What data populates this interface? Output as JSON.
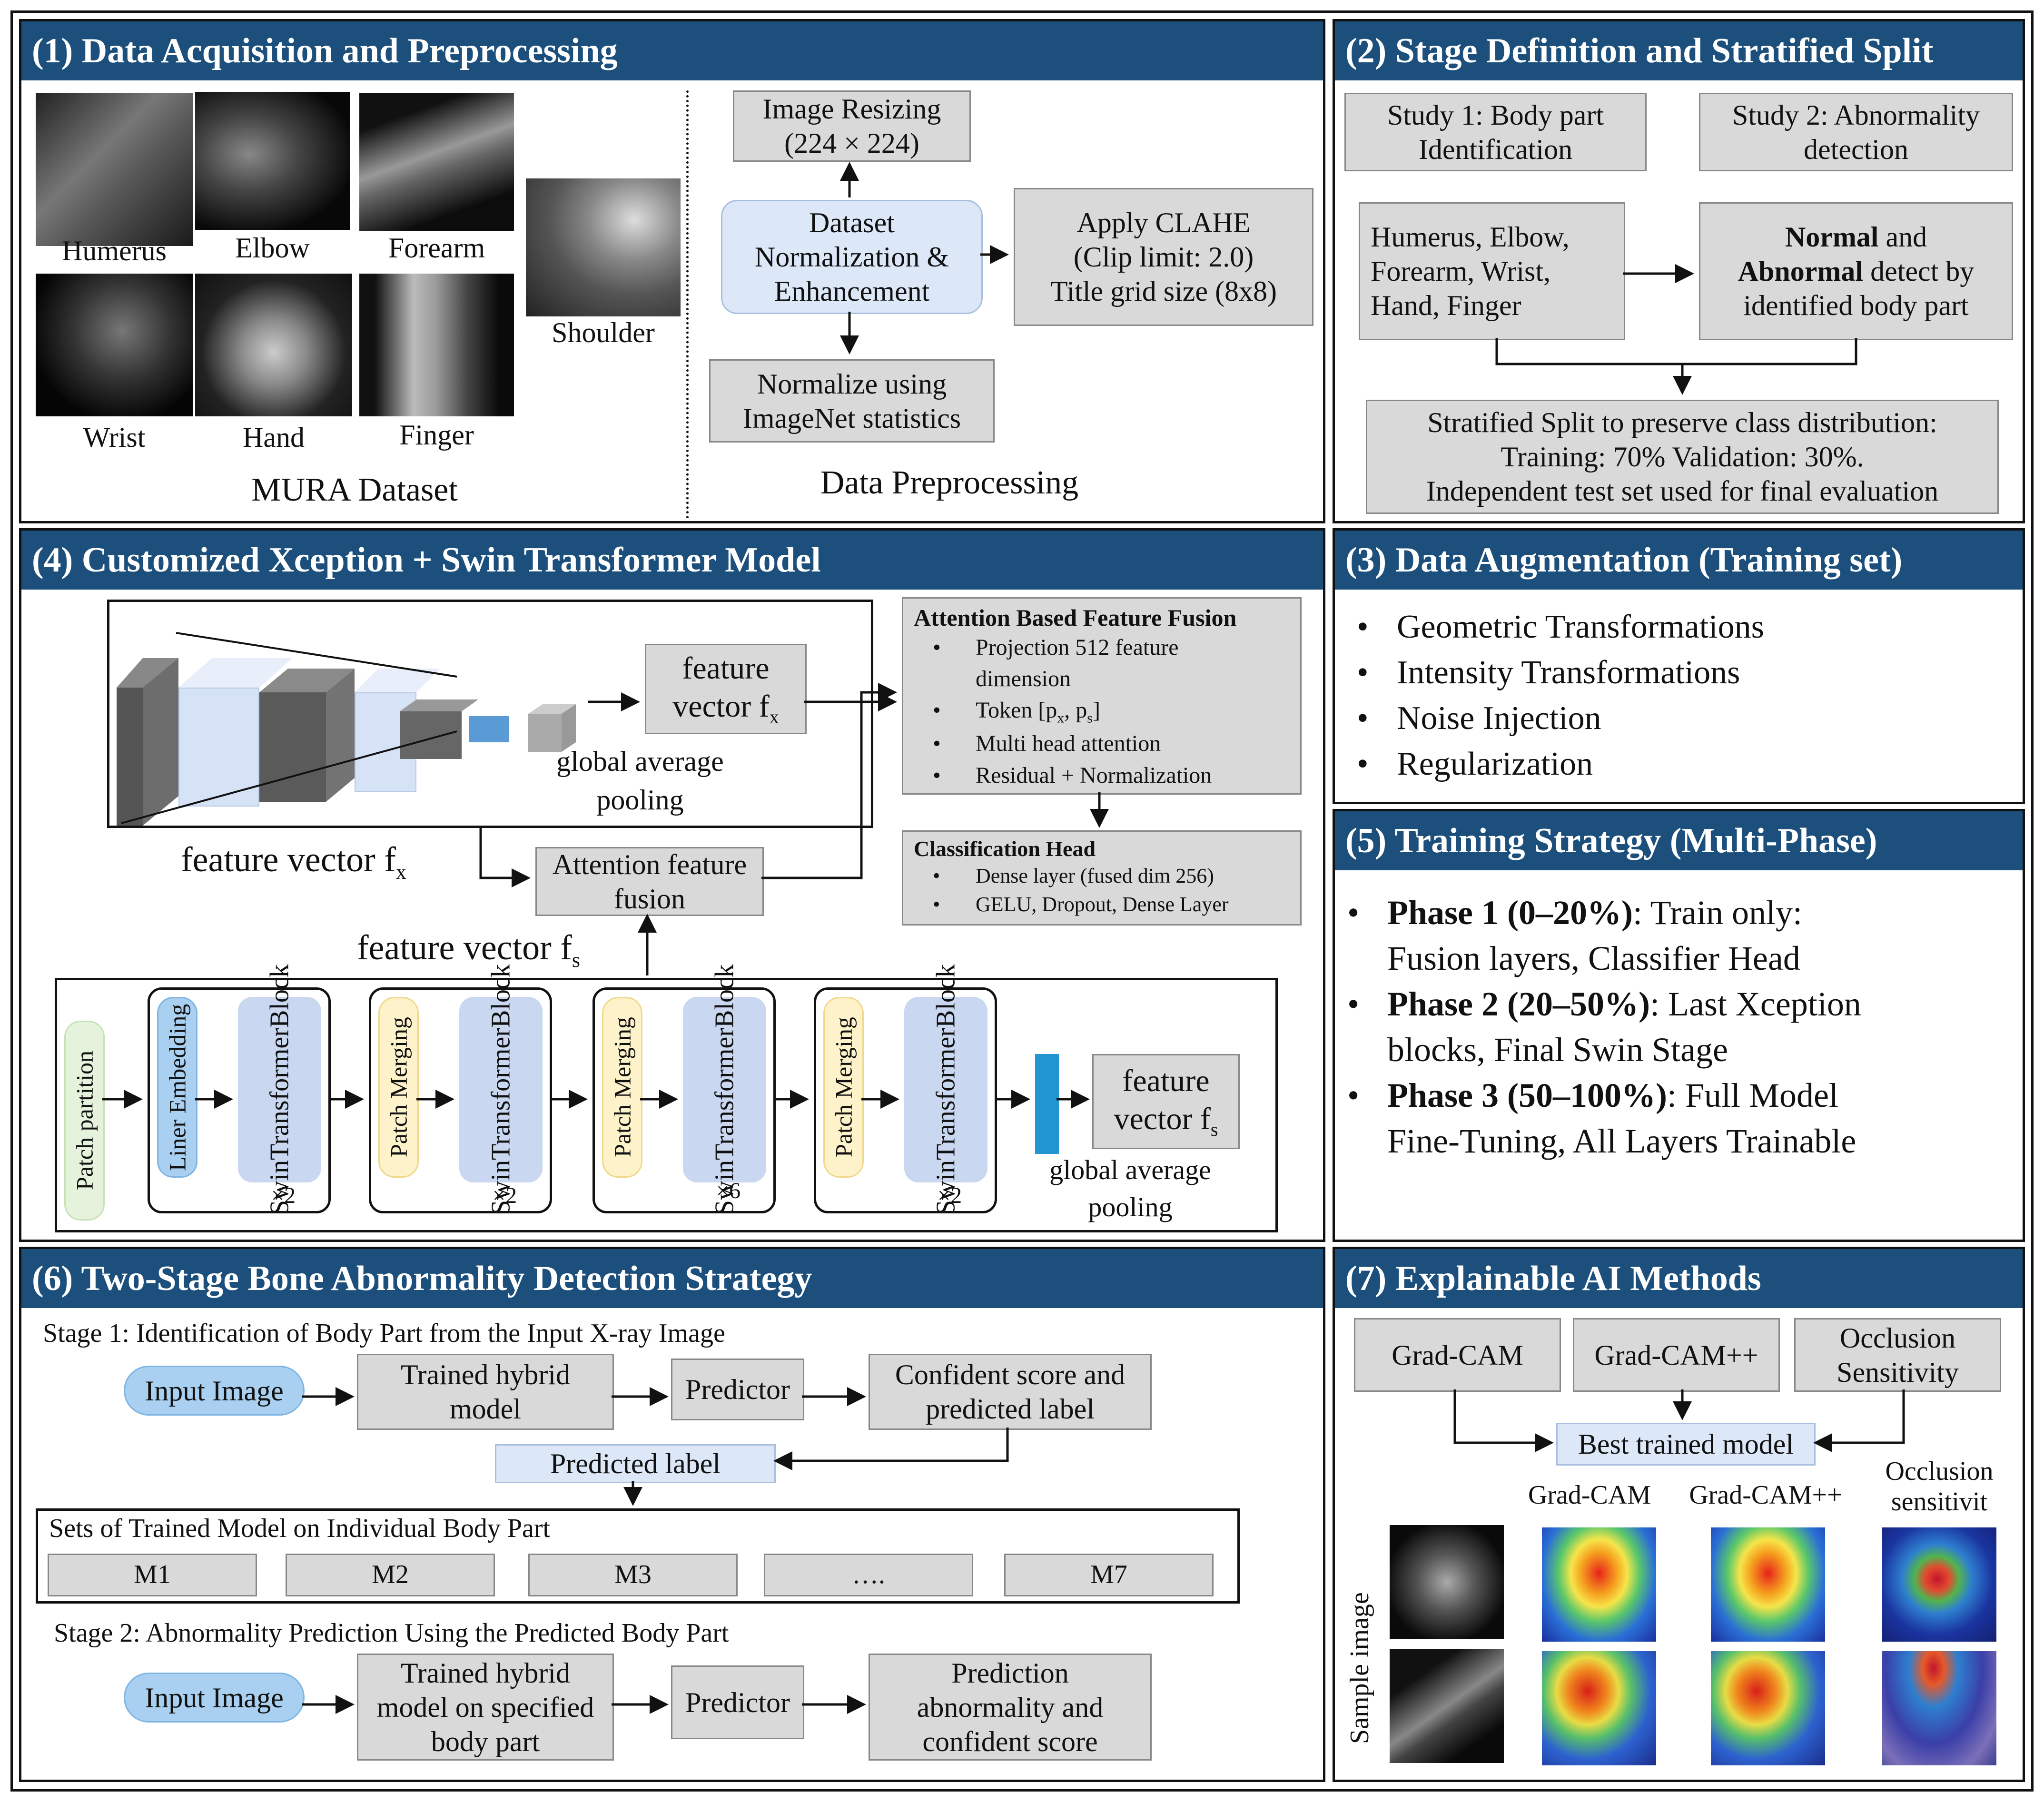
{
  "panels": {
    "p1": {
      "title": "(1) Data Acquisition and Preprocessing",
      "xrays": [
        "Humerus",
        "Elbow",
        "Forearm",
        "Wrist",
        "Hand",
        "Finger",
        "Shoulder"
      ],
      "dataset_label": "MURA Dataset",
      "resize": [
        "Image Resizing",
        "(224 × 224)"
      ],
      "norm": [
        "Dataset",
        "Normalization &",
        "Enhancement"
      ],
      "clahe": [
        "Apply CLAHE",
        "(Clip limit: 2.0)",
        "Title grid size (8x8)"
      ],
      "imagenet": [
        "Normalize using",
        "ImageNet statistics"
      ],
      "preproc_label": "Data Preprocessing"
    },
    "p2": {
      "title": "(2) Stage Definition and Stratified Split",
      "study1": [
        "Study 1: Body part",
        "Identification"
      ],
      "study2": [
        "Study 2: Abnormality",
        "detection"
      ],
      "parts": [
        "Humerus, Elbow,",
        "Forearm, Wrist,",
        "Hand, Finger"
      ],
      "normal_bold": "Normal",
      "normal_rest": " and",
      "abnormal_bold": "Abnormal",
      "abnormal_rest": " detect by",
      "identified": "identified body part",
      "split": [
        "Stratified Split to preserve class distribution:",
        "Training: 70% Validation: 30%.",
        "Independent test set used for final evaluation"
      ]
    },
    "p3": {
      "title": "(3) Data Augmentation (Training set)",
      "items": [
        "Geometric Transformations",
        "Intensity Transformations",
        "Noise Injection",
        "Regularization"
      ]
    },
    "p4": {
      "title": "(4) Customized Xception + Swin Transformer Model",
      "feature": "feature",
      "vector": "vector f",
      "sub_x": "x",
      "sub_s": "s",
      "gap1": "global average",
      "gap2": "pooling",
      "fvx": "feature vector f",
      "fvs": "feature vector f",
      "att_fusion": [
        "Attention feature",
        "fusion"
      ],
      "abff_title": "Attention Based Feature Fusion",
      "abff_items": [
        "Projection 512 feature",
        "dimension",
        "Token [p",
        "x",
        "s",
        "]",
        "Multi head attention",
        "Residual + Normalization"
      ],
      "ch_title": "Classification Head",
      "ch_items": [
        "Dense layer (fused dim 256)",
        "GELU, Dropout, Dense Layer"
      ],
      "patch_partition": "Patch partition",
      "liner": "Liner Embedding",
      "merging": "Patch Merging",
      "swin": [
        "Swin",
        "Transformer",
        "Block"
      ],
      "mult": [
        "×2",
        "×2",
        "×6",
        "×2"
      ]
    },
    "p5": {
      "title": "(5) Training Strategy (Multi-Phase)",
      "phases": [
        {
          "bold": "Phase 1 (0–20%)",
          "rest": ": Train only:",
          "line2": "Fusion layers, Classifier Head"
        },
        {
          "bold": "Phase 2 (20–50%)",
          "rest": ": Last Xception",
          "line2": "blocks, Final Swin Stage"
        },
        {
          "bold": "Phase 3 (50–100%)",
          "rest": ": Full Model",
          "line2": "Fine-Tuning, All Layers Trainable"
        }
      ]
    },
    "p6": {
      "title": "(6) Two-Stage Bone Abnormality Detection Strategy",
      "stage1": "Stage 1: Identification of Body Part from the Input X-ray Image",
      "input": "Input Image",
      "hybrid": [
        "Trained hybrid",
        "model"
      ],
      "predictor": "Predictor",
      "confident": [
        "Confident score and",
        "predicted label"
      ],
      "predicted_label": "Predicted label",
      "sets": "Sets of Trained Model on Individual Body Part",
      "models": [
        "M1",
        "M2",
        "M3",
        "….",
        "M7"
      ],
      "stage2": "Stage 2: Abnormality Prediction Using the Predicted Body Part",
      "hybrid2": [
        "Trained hybrid",
        "model on specified",
        "body part"
      ],
      "prediction": [
        "Prediction",
        "abnormality and",
        "confident score"
      ]
    },
    "p7": {
      "title": "(7) Explainable AI Methods",
      "methods": [
        "Grad-CAM",
        "Grad-CAM++",
        [
          "Occlusion",
          "Sensitivity"
        ]
      ],
      "best": "Best trained model",
      "col_heads": [
        "Grad-CAM",
        "Grad-CAM++",
        [
          "Occlusion",
          "sensitivit"
        ]
      ],
      "sample": "Sample image"
    }
  },
  "colors": {
    "header": "#1c4f7c",
    "box": "#d9d9d9",
    "blue": "#dce7f7",
    "pill_blue": "#a9d0f0",
    "patch_green": "#e5f3dc",
    "merge_yellow": "#fdf2c9",
    "swin_block": "#c9d7f0"
  }
}
